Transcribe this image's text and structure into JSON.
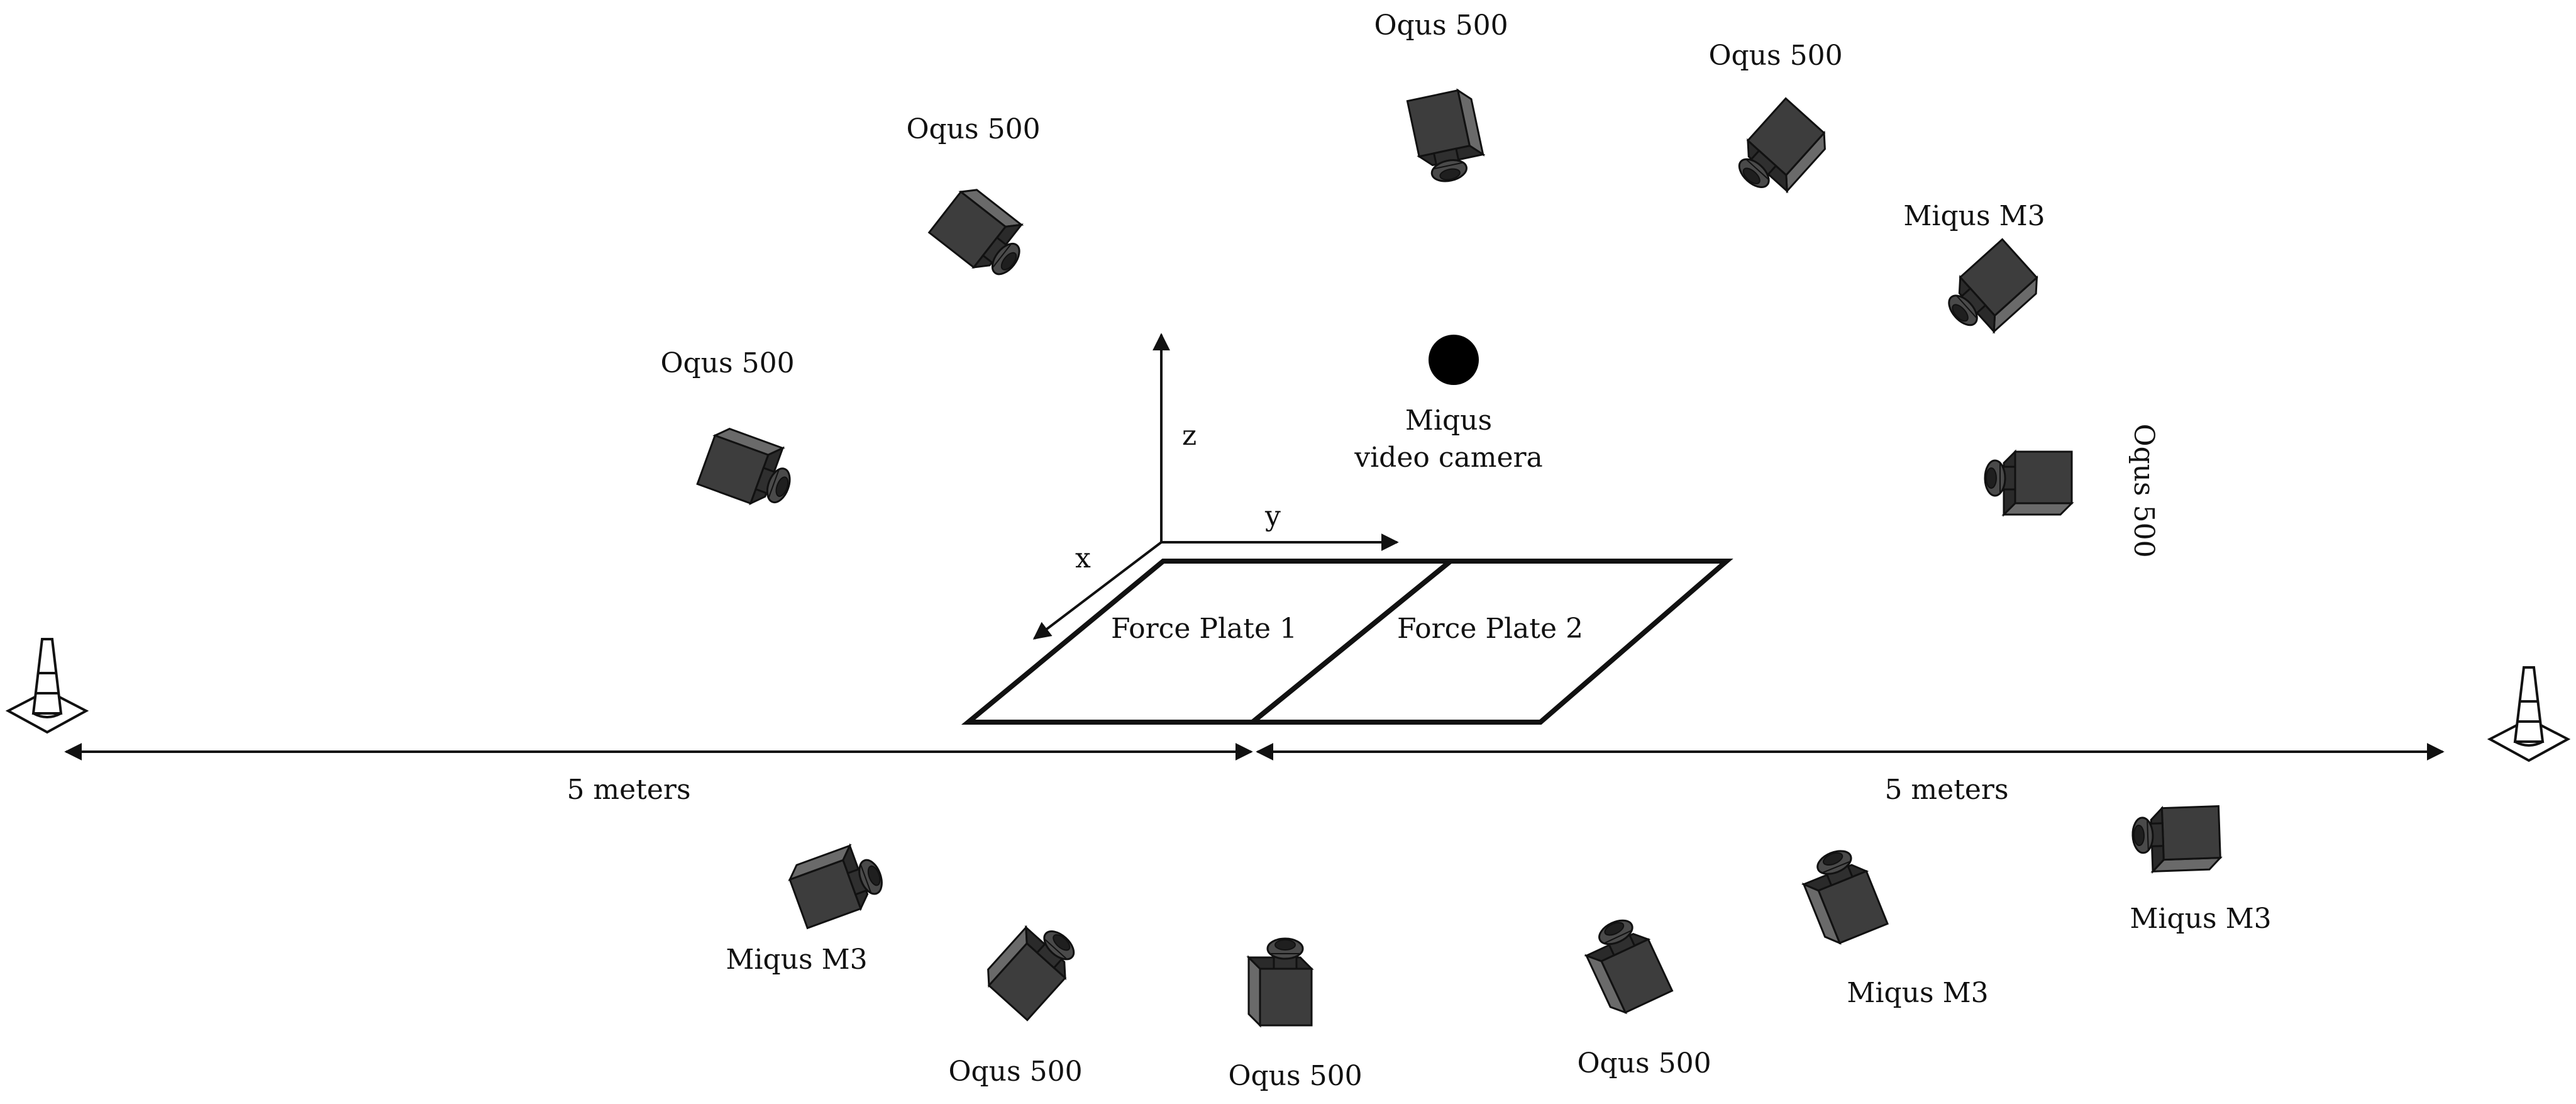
{
  "colors": {
    "camera_body": "#3a3a3a",
    "camera_dark": "#1f1f1f",
    "camera_light": "#6a6a6a",
    "line": "#111111",
    "background": "#ffffff"
  },
  "axes": {
    "z": "z",
    "y": "y",
    "x": "x"
  },
  "force_plates": {
    "plate1": "Force Plate 1",
    "plate2": "Force Plate 2"
  },
  "video_camera": {
    "line1": "Miqus",
    "line2": "video camera"
  },
  "distances": {
    "left": "5 meters",
    "right": "5 meters"
  },
  "cameras": [
    {
      "label": "Oqus 500"
    },
    {
      "label": "Oqus 500"
    },
    {
      "label": "Oqus 500"
    },
    {
      "label": "Oqus 500"
    },
    {
      "label": "Miqus M3"
    },
    {
      "label": "Oqus 500"
    },
    {
      "label": "Miqus M3"
    },
    {
      "label": "Oqus 500"
    },
    {
      "label": "Oqus 500"
    },
    {
      "label": "Oqus 500"
    },
    {
      "label": "Miqus M3"
    },
    {
      "label": "Miqus M3"
    }
  ],
  "icons": [
    "camera-icon",
    "traffic-cone-icon",
    "video-camera-marker-icon"
  ]
}
